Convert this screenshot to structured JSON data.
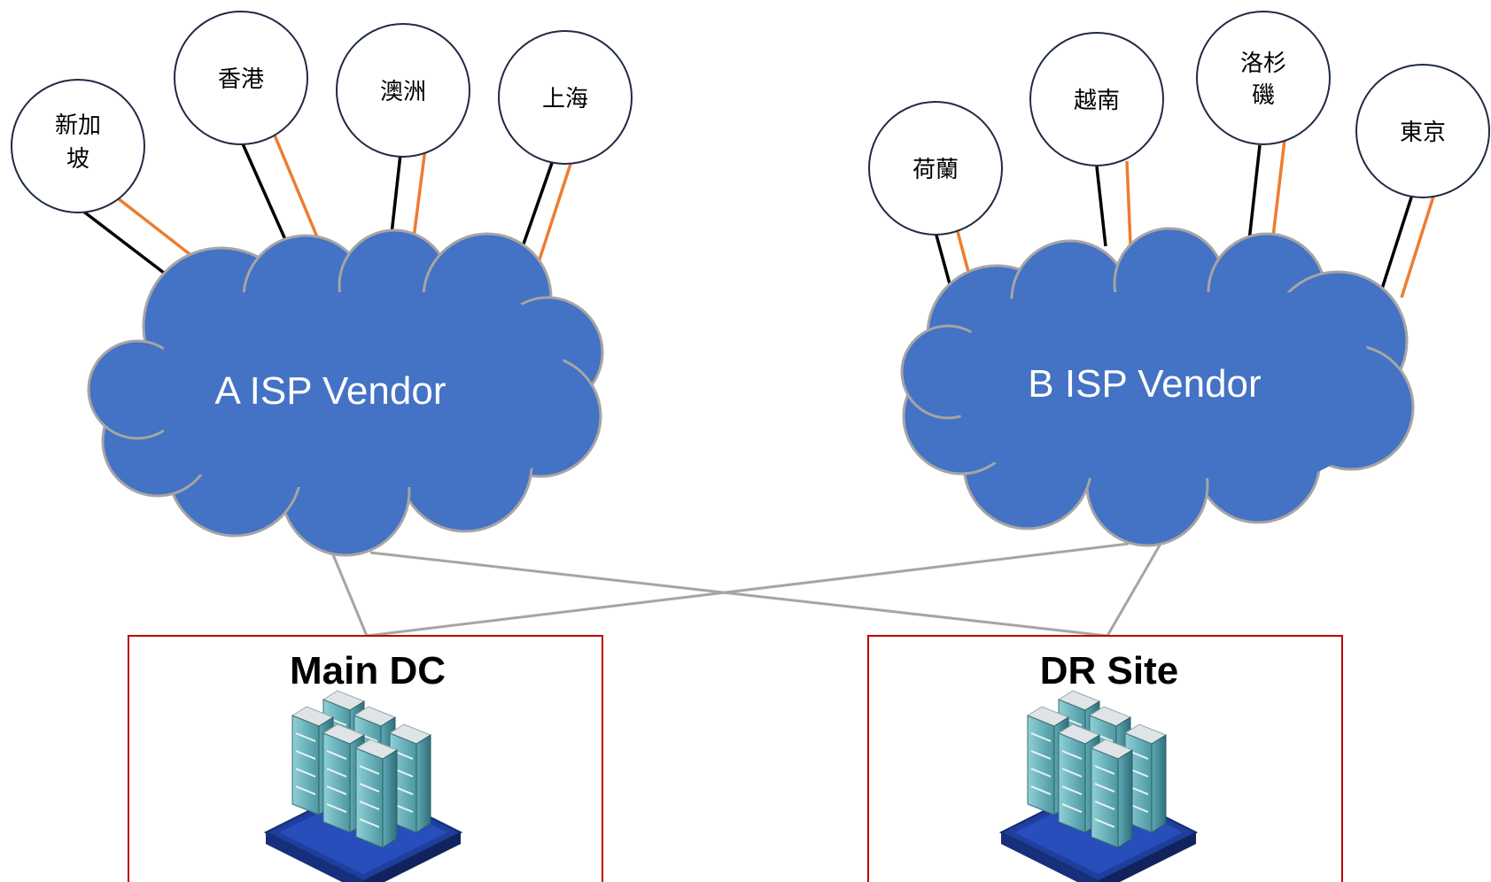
{
  "colors": {
    "cloud": "#4472c4",
    "cloud_outline": "#a5a5a5",
    "link_primary": "#000000",
    "link_secondary": "#ed7d31",
    "uplink": "#a5a5a5",
    "dc_border": "#c00000",
    "site_border": "#1f2a44"
  },
  "vendors": [
    {
      "label": "A ISP Vendor"
    },
    {
      "label": "B ISP Vendor"
    }
  ],
  "sites_a": [
    {
      "lines": [
        "新加",
        "坡"
      ]
    },
    {
      "lines": [
        "香港"
      ]
    },
    {
      "lines": [
        "澳洲"
      ]
    },
    {
      "lines": [
        "上海"
      ]
    }
  ],
  "sites_b": [
    {
      "lines": [
        "荷蘭"
      ]
    },
    {
      "lines": [
        "越南"
      ]
    },
    {
      "lines": [
        "洛杉",
        "磯"
      ]
    },
    {
      "lines": [
        "東京"
      ]
    }
  ],
  "datacenters": [
    {
      "title": "Main DC",
      "icon": "server-rack-cluster-icon"
    },
    {
      "title": "DR Site",
      "icon": "server-rack-cluster-icon"
    }
  ]
}
